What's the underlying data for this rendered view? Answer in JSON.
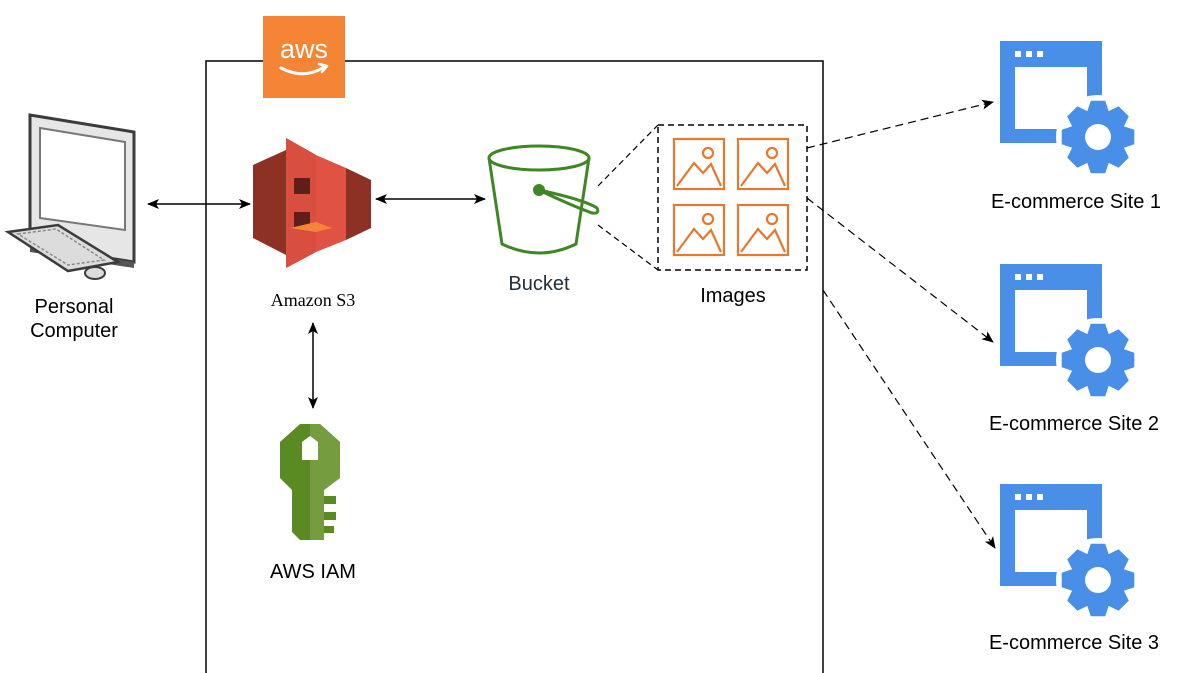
{
  "aws_badge": {
    "text": "aws",
    "color": "#f58534"
  },
  "nodes": {
    "personal_computer": {
      "line1": "Personal",
      "line2": "Computer"
    },
    "amazon_s3": {
      "label": "Amazon S3",
      "color": "#e05243"
    },
    "bucket": {
      "label": "Bucket",
      "color": "#3f8624"
    },
    "images": {
      "label": "Images",
      "color": "#e7782c"
    },
    "aws_iam": {
      "label": "AWS IAM",
      "color": "#6b9a2a"
    },
    "sites": [
      {
        "label": "E-commerce Site 1"
      },
      {
        "label": "E-commerce Site 2"
      },
      {
        "label": "E-commerce Site 3"
      }
    ],
    "site_color": "#4a8fe7"
  },
  "connections": [
    {
      "from": "personal_computer",
      "to": "amazon_s3",
      "style": "solid",
      "arrows": "both"
    },
    {
      "from": "amazon_s3",
      "to": "bucket",
      "style": "solid",
      "arrows": "both"
    },
    {
      "from": "amazon_s3",
      "to": "aws_iam",
      "style": "solid",
      "arrows": "both"
    },
    {
      "from": "images",
      "to": "E-commerce Site 1",
      "style": "dashed",
      "arrows": "end"
    },
    {
      "from": "images",
      "to": "E-commerce Site 2",
      "style": "dashed",
      "arrows": "end"
    },
    {
      "from": "images",
      "to": "E-commerce Site 3",
      "style": "dashed",
      "arrows": "end"
    }
  ]
}
